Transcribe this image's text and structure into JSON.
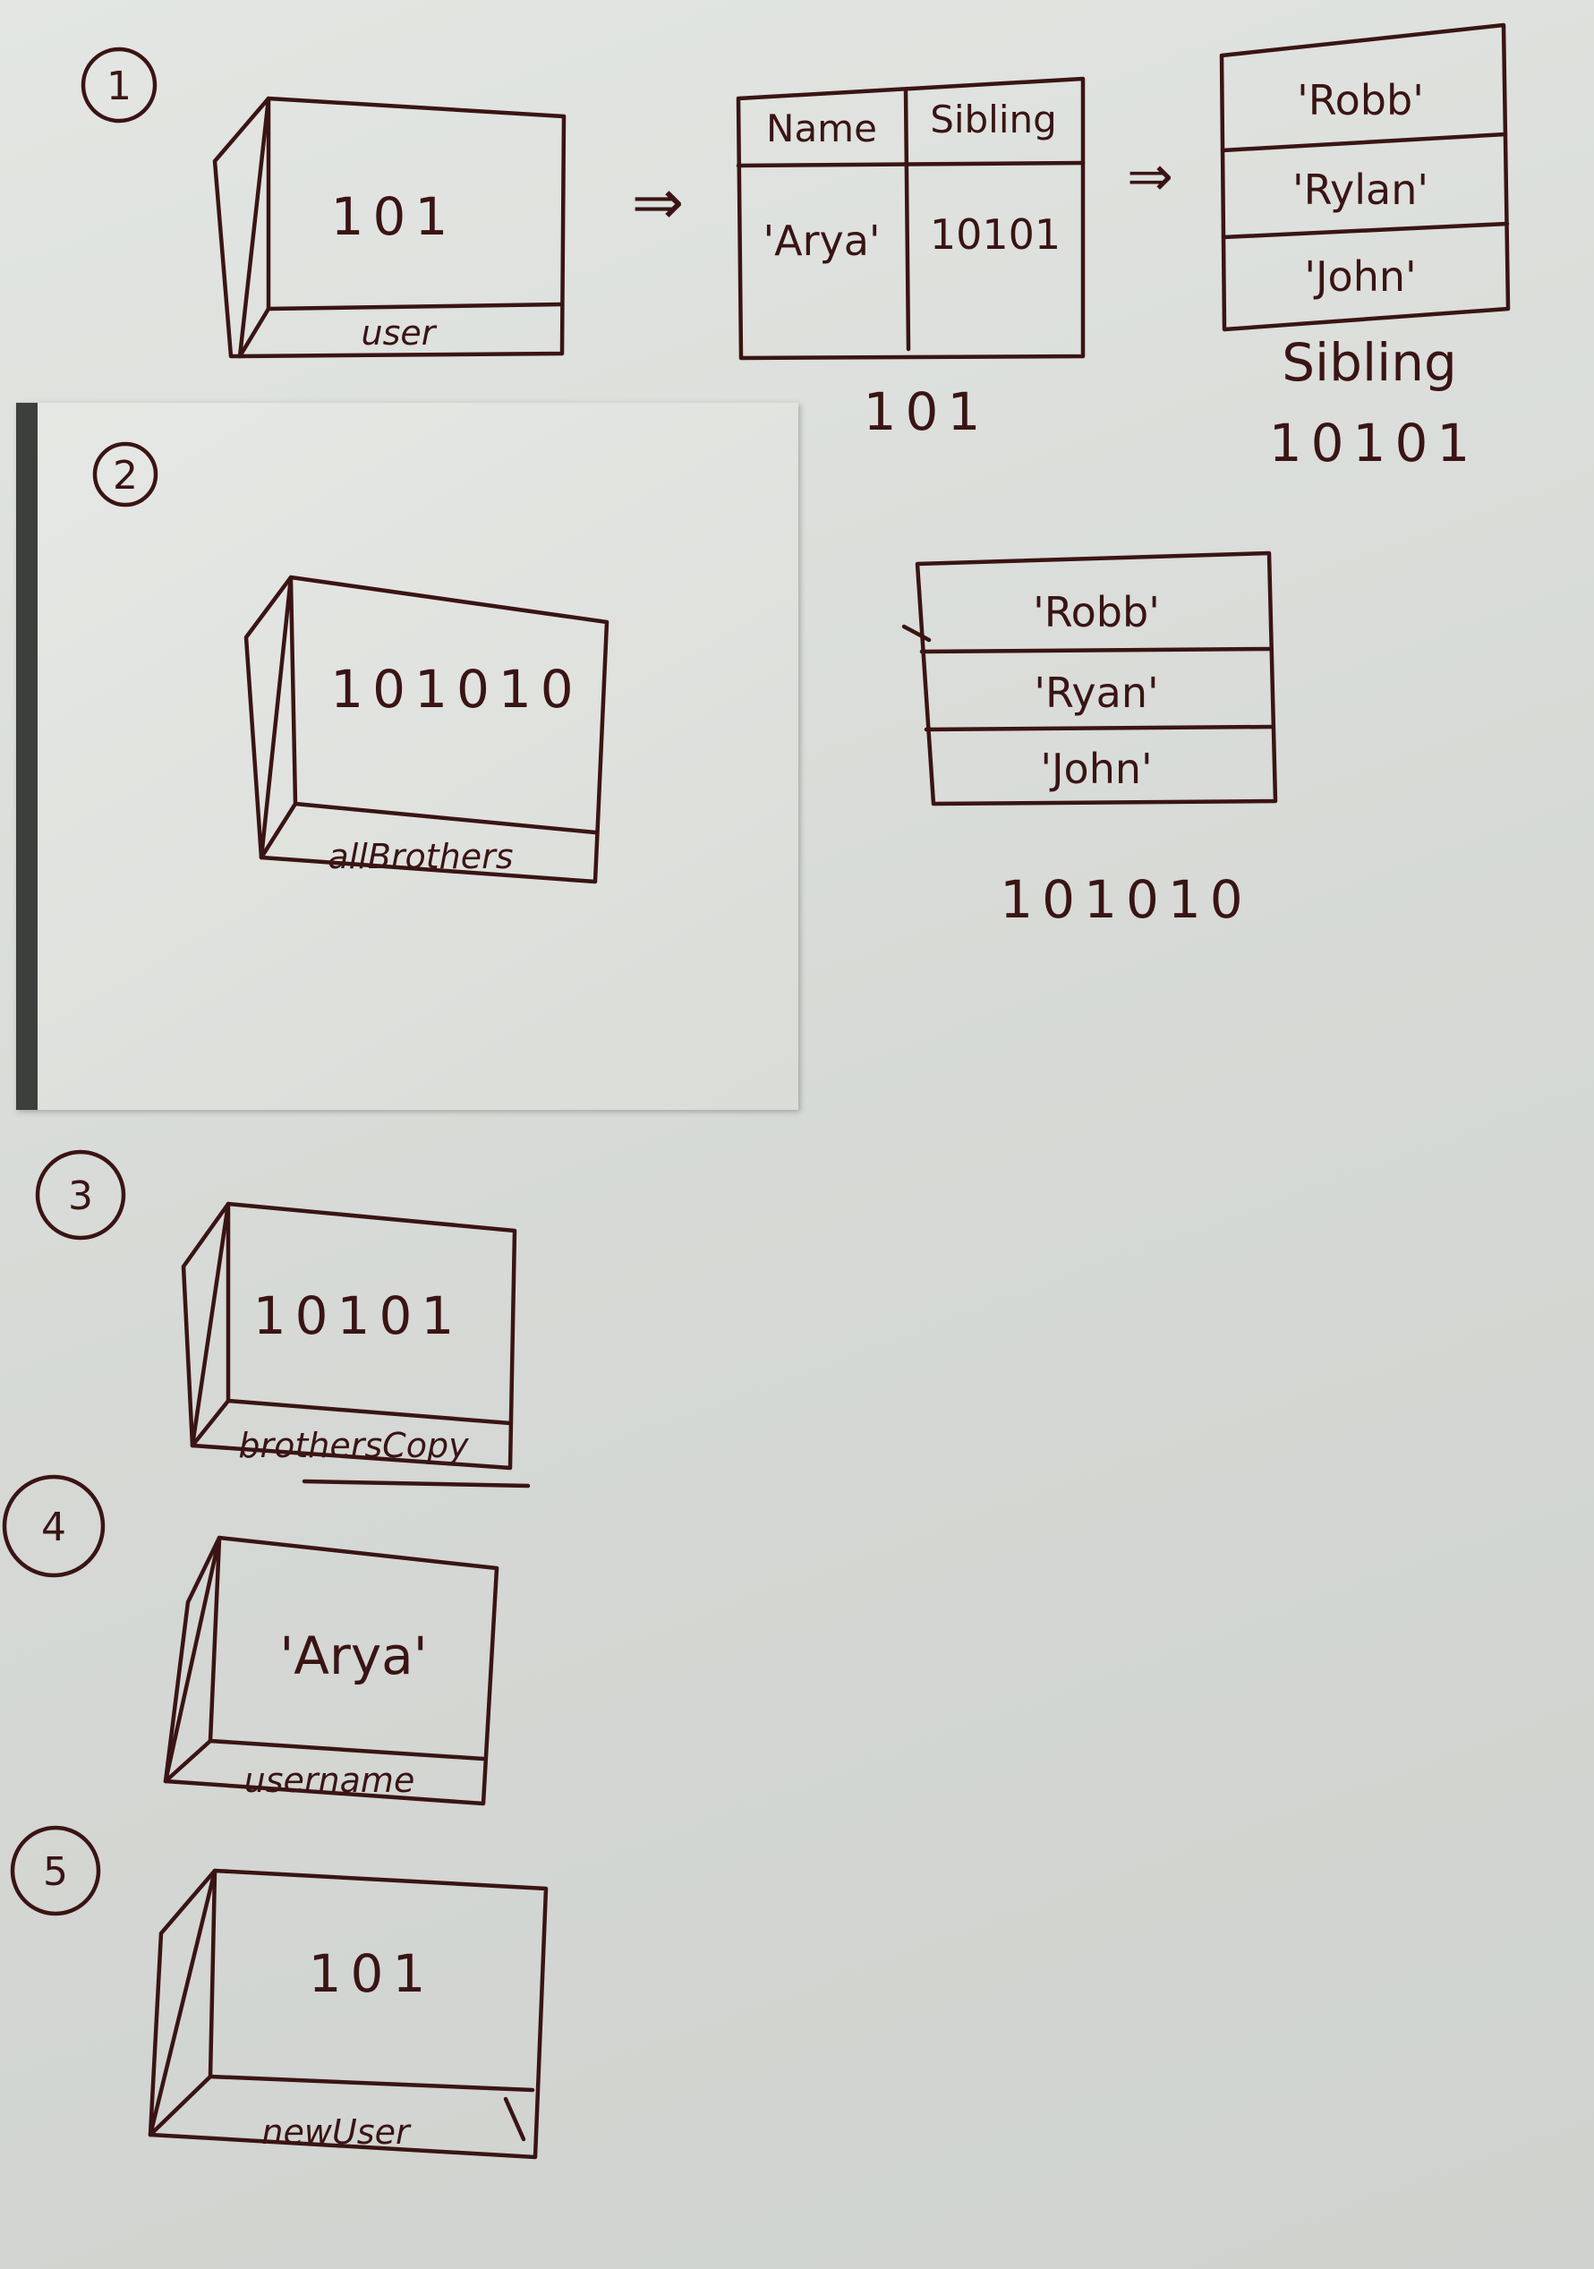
{
  "steps": {
    "s1": "1",
    "s2": "2",
    "s3": "3",
    "s4": "4",
    "s5": "5"
  },
  "step1": {
    "box_value": "101",
    "box_label": "user",
    "arrow_1": "⇒",
    "arrow_2": "⇒",
    "table": {
      "headers": [
        "Name",
        "Sibling"
      ],
      "row": [
        "'Arya'",
        "10101"
      ],
      "address": "101"
    },
    "list": {
      "items": [
        "'Robb'",
        "'Rylan'",
        "'John'"
      ],
      "label": "Sibling",
      "address": "10101"
    }
  },
  "step2": {
    "box_value": "101010",
    "box_label": "allBrothers",
    "list": {
      "items": [
        "'Robb'",
        "'Ryan'",
        "'John'"
      ],
      "address": "101010"
    }
  },
  "step3": {
    "box_value": "10101",
    "box_label": "brothersCopy"
  },
  "step4": {
    "box_value": "'Arya'",
    "box_label": "username"
  },
  "step5": {
    "box_value": "101",
    "box_label": "newUser"
  },
  "colors": {
    "ink": "#3a1414",
    "paper": "#e3e6e2"
  }
}
